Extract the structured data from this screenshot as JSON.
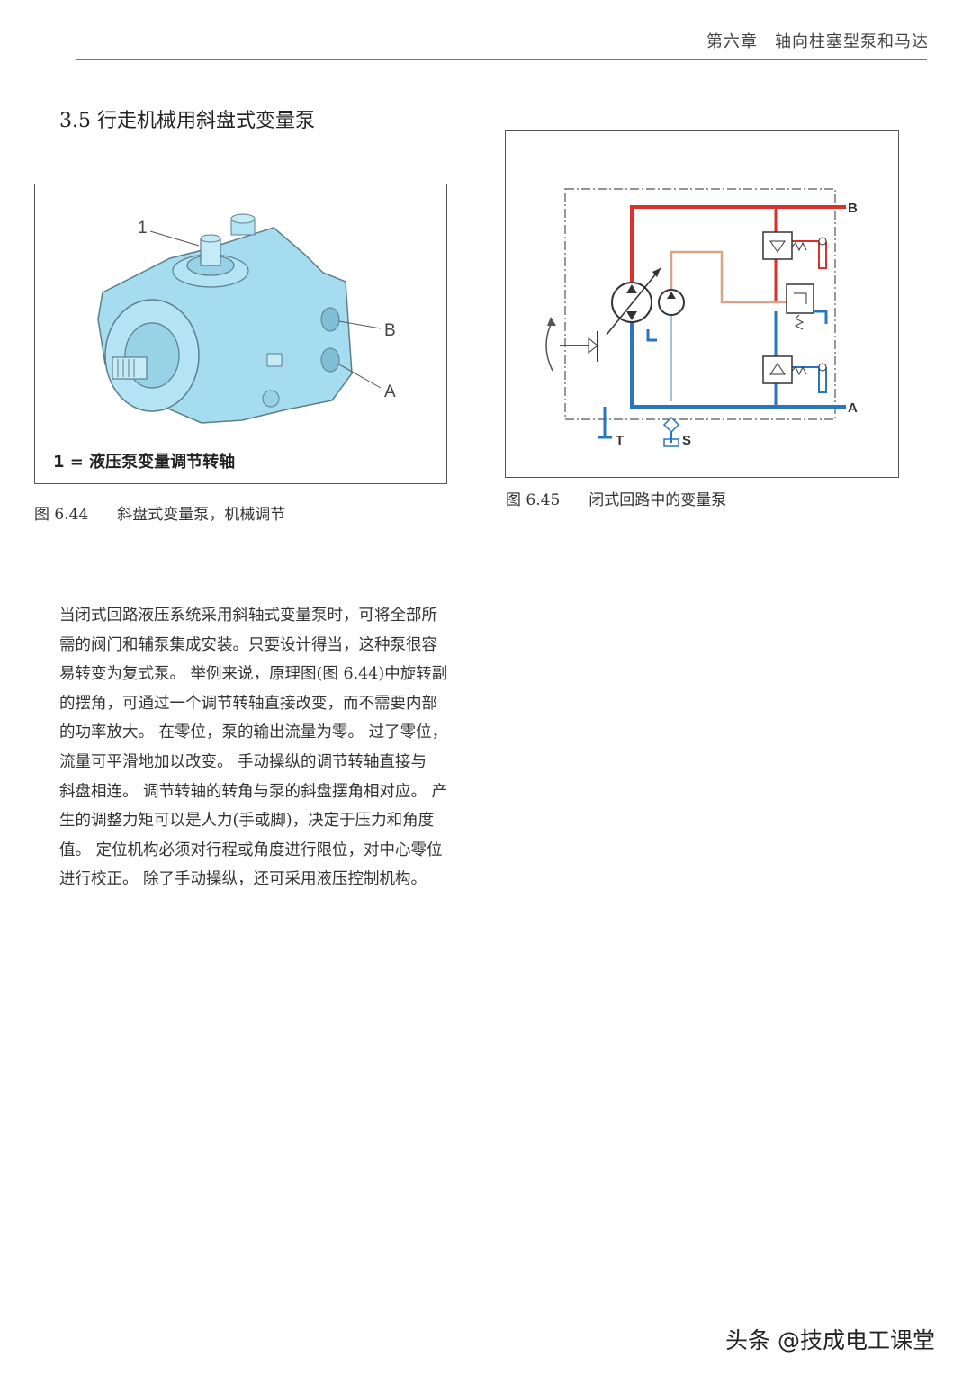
{
  "header": {
    "chapter": "第六章　轴向柱塞型泵和马达"
  },
  "section": {
    "title": "3.5 行走机械用斜盘式变量泵"
  },
  "figure1": {
    "label_1": "1",
    "label_b": "B",
    "label_a": "A",
    "legend": "1 = 液压泵变量调节转轴",
    "caption_number": "图 6.44",
    "caption_text": "斜盘式变量泵，机械调节",
    "colors": {
      "pump_body": "#a6dcef",
      "outline": "#5a7f8c"
    }
  },
  "figure2": {
    "port_b": "B",
    "port_a": "A",
    "port_t": "T",
    "port_s": "S",
    "caption_number": "图 6.45",
    "caption_text": "闭式回路中的变量泵",
    "colors": {
      "high_pressure": "#d9312b",
      "low_pressure": "#2a74c0",
      "pilot": "#d9a58a"
    }
  },
  "body": {
    "lines": [
      "当闭式回路液压系统采用斜轴式变量泵时，可将全部所",
      "需的阀门和辅泵集成安装。只要设计得当，这种泵很容",
      "易转变为复式泵。 举例来说，原理图(图 6.44)中旋转副",
      "的摆角，可通过一个调节转轴直接改变，而不需要内部",
      "的功率放大。 在零位，泵的输出流量为零。 过了零位，",
      "流量可平滑地加以改变。    手动操纵的调节转轴直接与",
      "斜盘相连。 调节转轴的转角与泵的斜盘摆角相对应。 产",
      "生的调整力矩可以是人力(手或脚)，决定于压力和角度",
      "值。 定位机构必须对行程或角度进行限位，对中心零位",
      "进行校正。 除了手动操纵，还可采用液压控制机构。"
    ]
  },
  "watermark": {
    "text": "头条 @技成电工课堂"
  }
}
